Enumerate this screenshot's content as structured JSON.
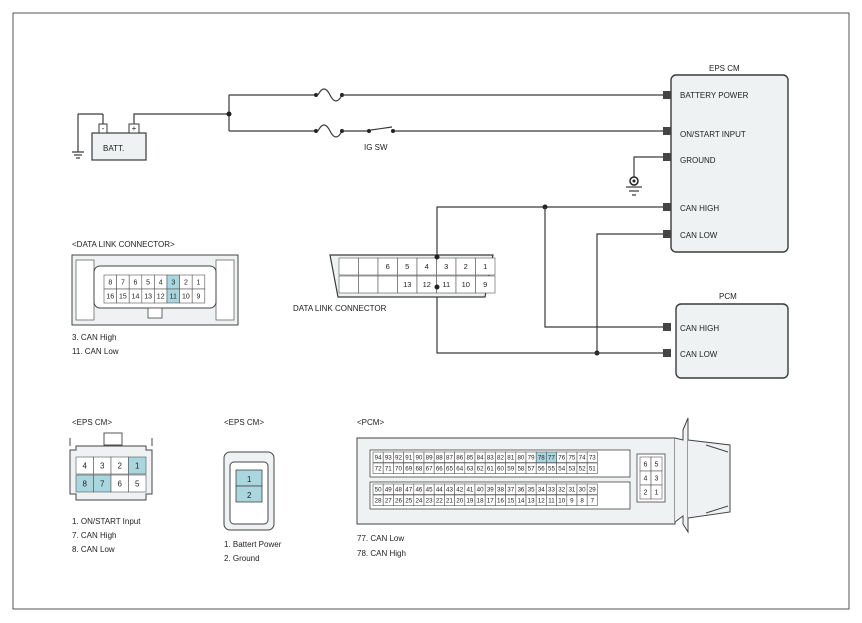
{
  "title": "",
  "colors": {
    "highlight": "#a9d6df",
    "box_fill": "#eef2f3",
    "line": "#3a3a3a"
  },
  "schematic": {
    "battery": {
      "label": "BATT.",
      "minus": "-",
      "plus": "+"
    },
    "ig_switch": "IG SW",
    "eps_cm": {
      "title": "EPS CM",
      "pins": [
        "BATTERY POWER",
        "ON/START INPUT",
        "GROUND",
        "CAN HIGH",
        "CAN LOW"
      ]
    },
    "pcm": {
      "title": "PCM",
      "pins": [
        "CAN HIGH",
        "CAN LOW"
      ]
    },
    "dlc": {
      "label": "DATA LINK CONNECTOR",
      "top_row": [
        "",
        "",
        "6",
        "5",
        "4",
        "3",
        "2",
        "1"
      ],
      "bottom_row": [
        "",
        "",
        "",
        "13",
        "12",
        "11",
        "10",
        "9"
      ]
    }
  },
  "dlc_view": {
    "title": "<DATA LINK CONNECTOR>",
    "top_row": [
      "8",
      "7",
      "6",
      "5",
      "4",
      "3",
      "2",
      "1"
    ],
    "bottom_row": [
      "16",
      "15",
      "14",
      "13",
      "12",
      "11",
      "10",
      "9"
    ],
    "highlight": [
      "3",
      "11"
    ],
    "notes": [
      "3. CAN High",
      "11. CAN Low"
    ]
  },
  "eps_cm_view1": {
    "title": "<EPS CM>",
    "top_row": [
      "4",
      "3",
      "2",
      "1"
    ],
    "bottom_row": [
      "8",
      "7",
      "6",
      "5"
    ],
    "highlight": [
      "1",
      "7",
      "8"
    ],
    "notes": [
      "1.   ON/START Input",
      "7. CAN High",
      "8. CAN Low"
    ]
  },
  "eps_cm_view2": {
    "title": "<EPS CM>",
    "pins": [
      "1",
      "2"
    ],
    "notes": [
      "1.   Battert Power",
      "2. Ground"
    ]
  },
  "pcm_view": {
    "title": "<PCM>",
    "highlight": [
      "77",
      "78"
    ],
    "side_pins": [
      [
        "6",
        "5"
      ],
      [
        "4",
        "3"
      ],
      [
        "2",
        "1"
      ]
    ],
    "notes": [
      "77. CAN Low",
      "78. CAN High"
    ]
  }
}
